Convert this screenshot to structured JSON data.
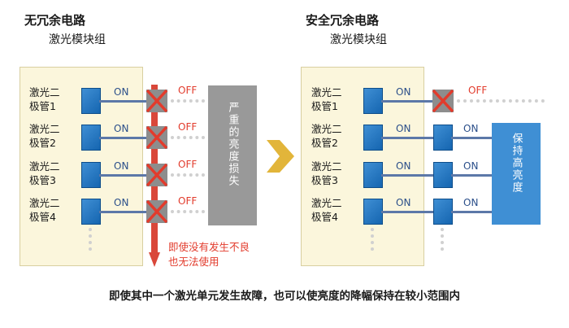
{
  "left": {
    "title": "无冗余电路",
    "subtitle": "激光模块组",
    "lasers": [
      "激光二极管1",
      "激光二极管2",
      "激光二极管3",
      "激光二极管4"
    ],
    "on_label": "ON",
    "off_label": "OFF",
    "result_box": "严重的亮度损失",
    "note_line1": "即使没有发生不良",
    "note_line2": "也无法使用"
  },
  "right": {
    "title": "安全冗余电路",
    "subtitle": "激光模块组",
    "lasers": [
      "激光二极管1",
      "激光二极管2",
      "激光二极管3",
      "激光二极管4"
    ],
    "on_label": "ON",
    "off_label": "OFF",
    "result_box": "保持高亮度"
  },
  "footer": "即使其中一个激光单元发生故障，也可以使亮度的降幅保持在较小范围内",
  "colors": {
    "panel_bg": "#fbf6dc",
    "chip_blue": "#1565b0",
    "fail_red": "#e23b2c",
    "loss_gray": "#999999",
    "keep_blue": "#3f8fd4",
    "arrow_gold": "#e2b53a"
  }
}
